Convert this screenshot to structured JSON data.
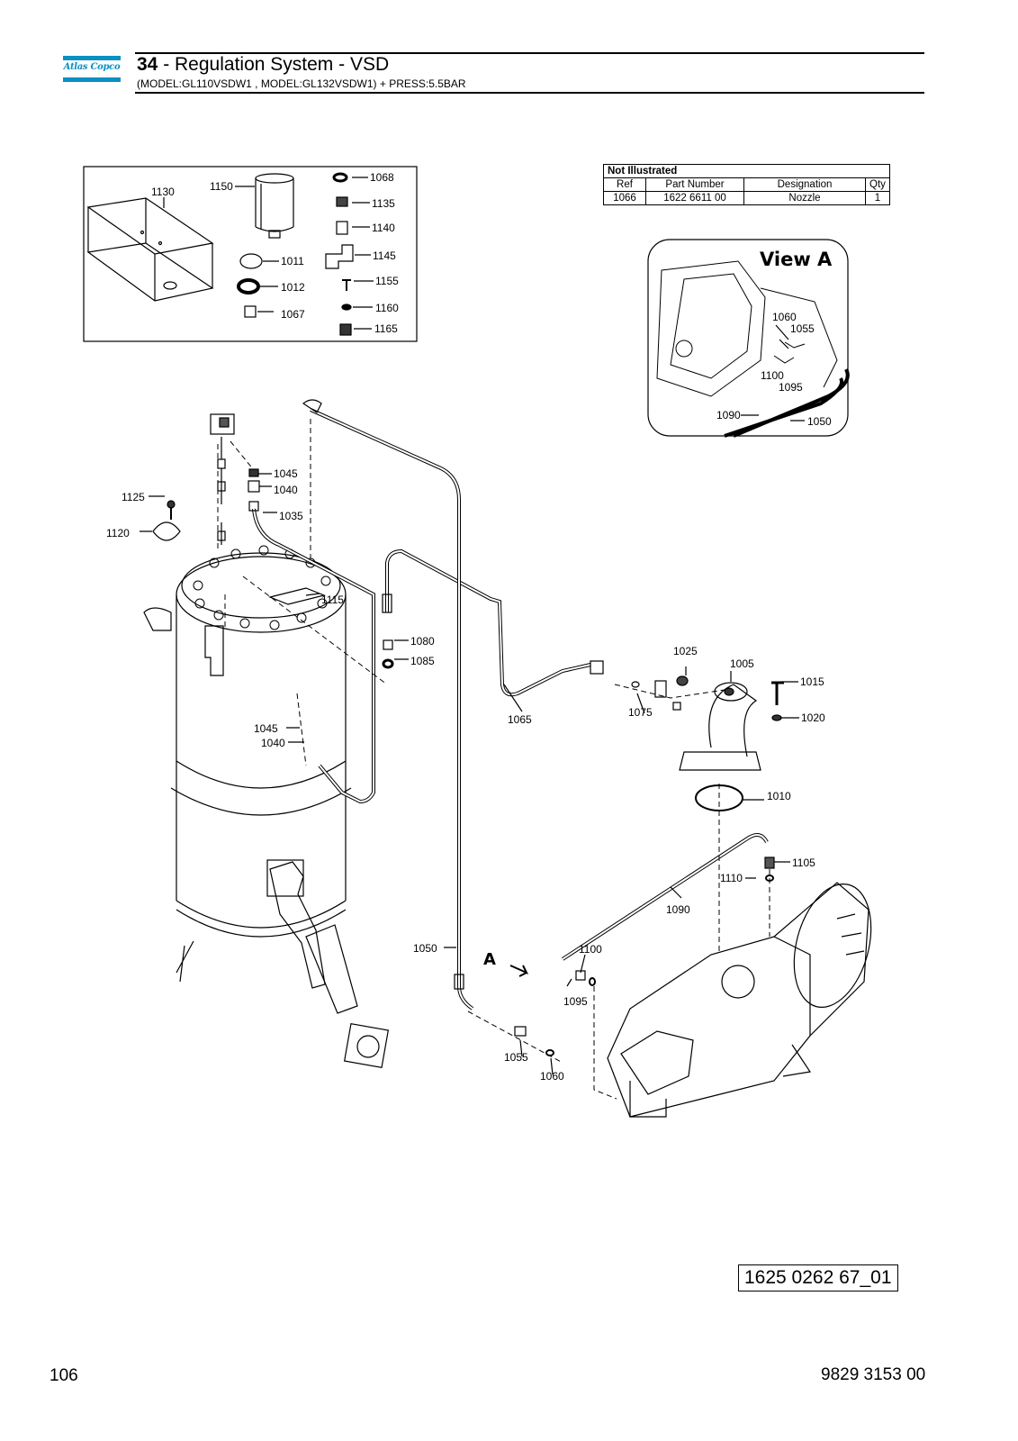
{
  "header": {
    "logo_text": "Atlas Copco",
    "section_number": "34",
    "section_title": " - Regulation System - VSD",
    "subtitle": "(MODEL:GL110VSDW1 , MODEL:GL132VSDW1) + PRESS:5.5BAR"
  },
  "not_illustrated": {
    "title": "Not Illustrated",
    "columns": [
      "Ref",
      "Part Number",
      "Designation",
      "Qty"
    ],
    "rows": [
      [
        "1066",
        "1622 6611 00",
        "Nozzle",
        "1"
      ]
    ]
  },
  "view_label": "View A",
  "arrow_label": "A",
  "callouts": {
    "c1130": "1130",
    "c1150": "1150",
    "c1068": "1068",
    "c1135": "1135",
    "c1140": "1140",
    "c1145": "1145",
    "c1011": "1011",
    "c1012": "1012",
    "c1155": "1155",
    "c1067": "1067",
    "c1160": "1160",
    "c1165": "1165",
    "va1060": "1060",
    "va1055": "1055",
    "va1100": "1100",
    "va1095": "1095",
    "va1090": "1090",
    "va1050": "1050",
    "c1045a": "1045",
    "c1040a": "1040",
    "c1035": "1035",
    "c1125": "1125",
    "c1120": "1120",
    "c1115": "1115",
    "c1080": "1080",
    "c1085": "1085",
    "c1045b": "1045",
    "c1040b": "1040",
    "c1065": "1065",
    "c1075": "1075",
    "c1025": "1025",
    "c1005": "1005",
    "c1015": "1015",
    "c1020": "1020",
    "c1010": "1010",
    "c1105": "1105",
    "c1110": "1110",
    "c1090": "1090",
    "c1050": "1050",
    "c1100": "1100",
    "c1095": "1095",
    "c1055": "1055",
    "c1060": "1060"
  },
  "drawing_number": "1625 0262 67_01",
  "footer": {
    "page_number": "106",
    "document_number": "9829 3153 00"
  }
}
